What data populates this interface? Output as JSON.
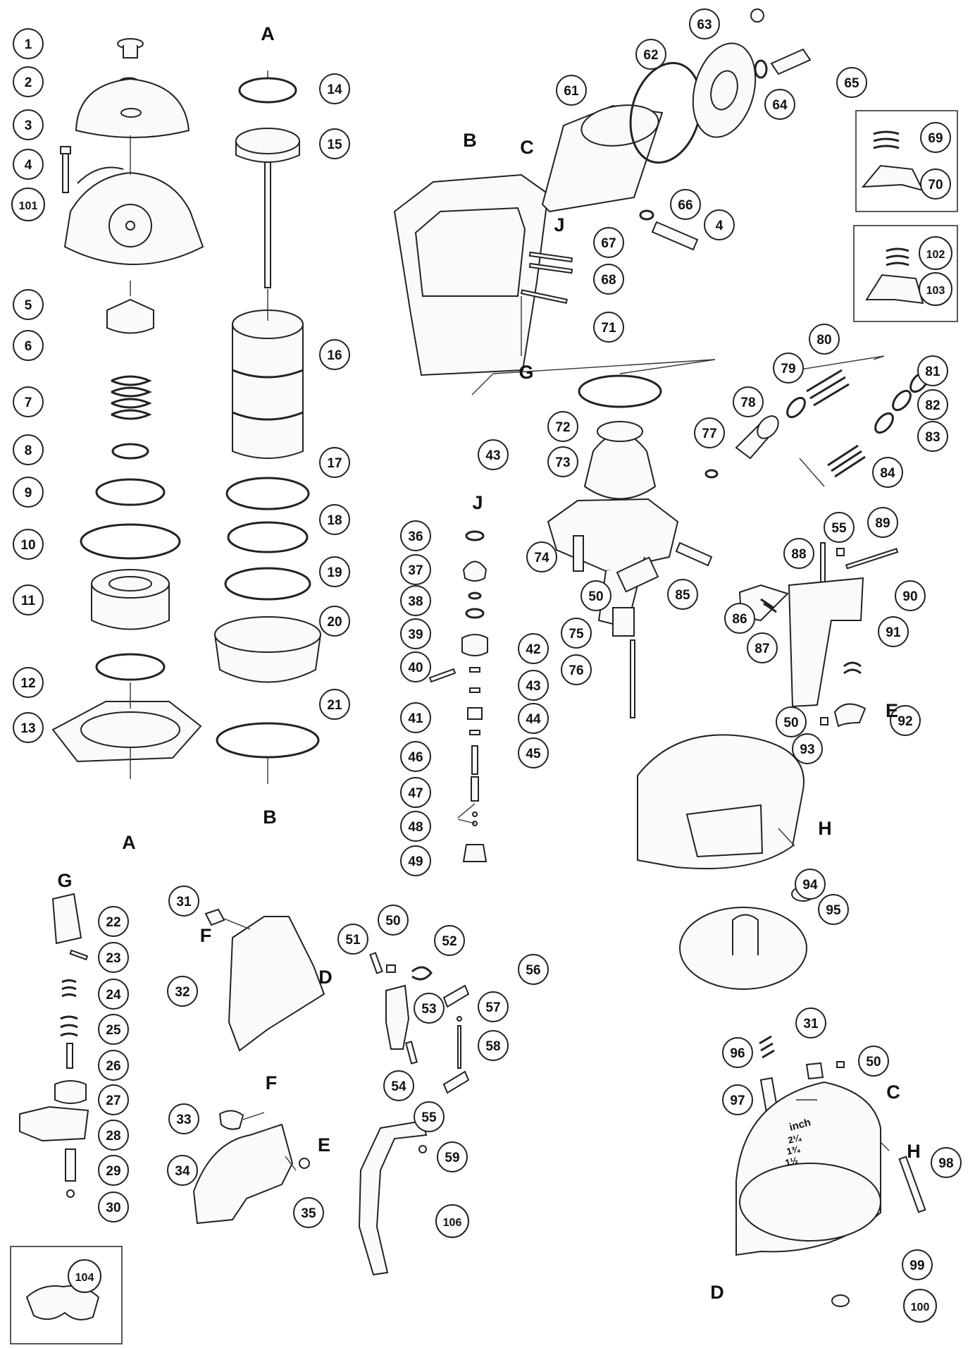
{
  "callouts": [
    {
      "id": "c1",
      "label": "1"
    },
    {
      "id": "c2",
      "label": "2"
    },
    {
      "id": "c3",
      "label": "3"
    },
    {
      "id": "c4a",
      "label": "4"
    },
    {
      "id": "c101",
      "label": "101"
    },
    {
      "id": "c5",
      "label": "5"
    },
    {
      "id": "c6",
      "label": "6"
    },
    {
      "id": "c7",
      "label": "7"
    },
    {
      "id": "c8",
      "label": "8"
    },
    {
      "id": "c9",
      "label": "9"
    },
    {
      "id": "c10",
      "label": "10"
    },
    {
      "id": "c11",
      "label": "11"
    },
    {
      "id": "c12",
      "label": "12"
    },
    {
      "id": "c13",
      "label": "13"
    },
    {
      "id": "c14",
      "label": "14"
    },
    {
      "id": "c15",
      "label": "15"
    },
    {
      "id": "c16",
      "label": "16"
    },
    {
      "id": "c17",
      "label": "17"
    },
    {
      "id": "c18",
      "label": "18"
    },
    {
      "id": "c19",
      "label": "19"
    },
    {
      "id": "c20",
      "label": "20"
    },
    {
      "id": "c21",
      "label": "21"
    },
    {
      "id": "c22",
      "label": "22"
    },
    {
      "id": "c23",
      "label": "23"
    },
    {
      "id": "c24",
      "label": "24"
    },
    {
      "id": "c25",
      "label": "25"
    },
    {
      "id": "c26",
      "label": "26"
    },
    {
      "id": "c27",
      "label": "27"
    },
    {
      "id": "c28",
      "label": "28"
    },
    {
      "id": "c29",
      "label": "29"
    },
    {
      "id": "c30",
      "label": "30"
    },
    {
      "id": "c31a",
      "label": "31"
    },
    {
      "id": "c32",
      "label": "32"
    },
    {
      "id": "c33",
      "label": "33"
    },
    {
      "id": "c34",
      "label": "34"
    },
    {
      "id": "c35",
      "label": "35"
    },
    {
      "id": "c36",
      "label": "36"
    },
    {
      "id": "c37",
      "label": "37"
    },
    {
      "id": "c38",
      "label": "38"
    },
    {
      "id": "c39",
      "label": "39"
    },
    {
      "id": "c40",
      "label": "40"
    },
    {
      "id": "c41",
      "label": "41"
    },
    {
      "id": "c42",
      "label": "42"
    },
    {
      "id": "c43a",
      "label": "43"
    },
    {
      "id": "c43b",
      "label": "43"
    },
    {
      "id": "c44",
      "label": "44"
    },
    {
      "id": "c45",
      "label": "45"
    },
    {
      "id": "c46",
      "label": "46"
    },
    {
      "id": "c47",
      "label": "47"
    },
    {
      "id": "c48",
      "label": "48"
    },
    {
      "id": "c49",
      "label": "49"
    },
    {
      "id": "c50a",
      "label": "50"
    },
    {
      "id": "c51",
      "label": "51"
    },
    {
      "id": "c52",
      "label": "52"
    },
    {
      "id": "c53",
      "label": "53"
    },
    {
      "id": "c54",
      "label": "54"
    },
    {
      "id": "c55a",
      "label": "55"
    },
    {
      "id": "c56",
      "label": "56"
    },
    {
      "id": "c57",
      "label": "57"
    },
    {
      "id": "c58",
      "label": "58"
    },
    {
      "id": "c59",
      "label": "59"
    },
    {
      "id": "c106",
      "label": "106"
    },
    {
      "id": "c61",
      "label": "61"
    },
    {
      "id": "c62",
      "label": "62"
    },
    {
      "id": "c63",
      "label": "63"
    },
    {
      "id": "c64",
      "label": "64"
    },
    {
      "id": "c65",
      "label": "65"
    },
    {
      "id": "c66",
      "label": "66"
    },
    {
      "id": "c4b",
      "label": "4"
    },
    {
      "id": "c67",
      "label": "67"
    },
    {
      "id": "c68",
      "label": "68"
    },
    {
      "id": "c71",
      "label": "71"
    },
    {
      "id": "c69",
      "label": "69"
    },
    {
      "id": "c70",
      "label": "70"
    },
    {
      "id": "c102",
      "label": "102"
    },
    {
      "id": "c103",
      "label": "103"
    },
    {
      "id": "c72",
      "label": "72"
    },
    {
      "id": "c73",
      "label": "73"
    },
    {
      "id": "c74",
      "label": "74"
    },
    {
      "id": "c50b",
      "label": "50"
    },
    {
      "id": "c75",
      "label": "75"
    },
    {
      "id": "c76",
      "label": "76"
    },
    {
      "id": "c77",
      "label": "77"
    },
    {
      "id": "c78",
      "label": "78"
    },
    {
      "id": "c79",
      "label": "79"
    },
    {
      "id": "c80",
      "label": "80"
    },
    {
      "id": "c81",
      "label": "81"
    },
    {
      "id": "c82",
      "label": "82"
    },
    {
      "id": "c83",
      "label": "83"
    },
    {
      "id": "c84",
      "label": "84"
    },
    {
      "id": "c85",
      "label": "85"
    },
    {
      "id": "c55b",
      "label": "55"
    },
    {
      "id": "c88",
      "label": "88"
    },
    {
      "id": "c89",
      "label": "89"
    },
    {
      "id": "c86",
      "label": "86"
    },
    {
      "id": "c87",
      "label": "87"
    },
    {
      "id": "c90",
      "label": "90"
    },
    {
      "id": "c91",
      "label": "91"
    },
    {
      "id": "c50c",
      "label": "50"
    },
    {
      "id": "c92",
      "label": "92"
    },
    {
      "id": "c93",
      "label": "93"
    },
    {
      "id": "c94",
      "label": "94"
    },
    {
      "id": "c95",
      "label": "95"
    },
    {
      "id": "c31b",
      "label": "31"
    },
    {
      "id": "c50d",
      "label": "50"
    },
    {
      "id": "c96",
      "label": "96"
    },
    {
      "id": "c97",
      "label": "97"
    },
    {
      "id": "c98",
      "label": "98"
    },
    {
      "id": "c99",
      "label": "99"
    },
    {
      "id": "c100",
      "label": "100"
    },
    {
      "id": "c104",
      "label": "104"
    }
  ],
  "letters": [
    {
      "id": "A-top",
      "label": "A"
    },
    {
      "id": "A-bottom",
      "label": "A"
    },
    {
      "id": "B-top",
      "label": "B"
    },
    {
      "id": "B-bottom",
      "label": "B"
    },
    {
      "id": "C-top",
      "label": "C"
    },
    {
      "id": "C-bottom",
      "label": "C"
    },
    {
      "id": "D-left",
      "label": "D"
    },
    {
      "id": "D-bottom",
      "label": "D"
    },
    {
      "id": "E-right",
      "label": "E"
    },
    {
      "id": "E-left",
      "label": "E"
    },
    {
      "id": "F-top",
      "label": "F"
    },
    {
      "id": "F-bottom",
      "label": "F"
    },
    {
      "id": "G-top",
      "label": "G"
    },
    {
      "id": "G-left",
      "label": "G"
    },
    {
      "id": "H-top",
      "label": "H"
    },
    {
      "id": "H-bottom",
      "label": "H"
    },
    {
      "id": "J-top",
      "label": "J"
    },
    {
      "id": "J-valve",
      "label": "J"
    }
  ],
  "canister_markings": {
    "unit": "inch",
    "line1": "2¼",
    "line2": "1¾",
    "line3": "1½"
  }
}
